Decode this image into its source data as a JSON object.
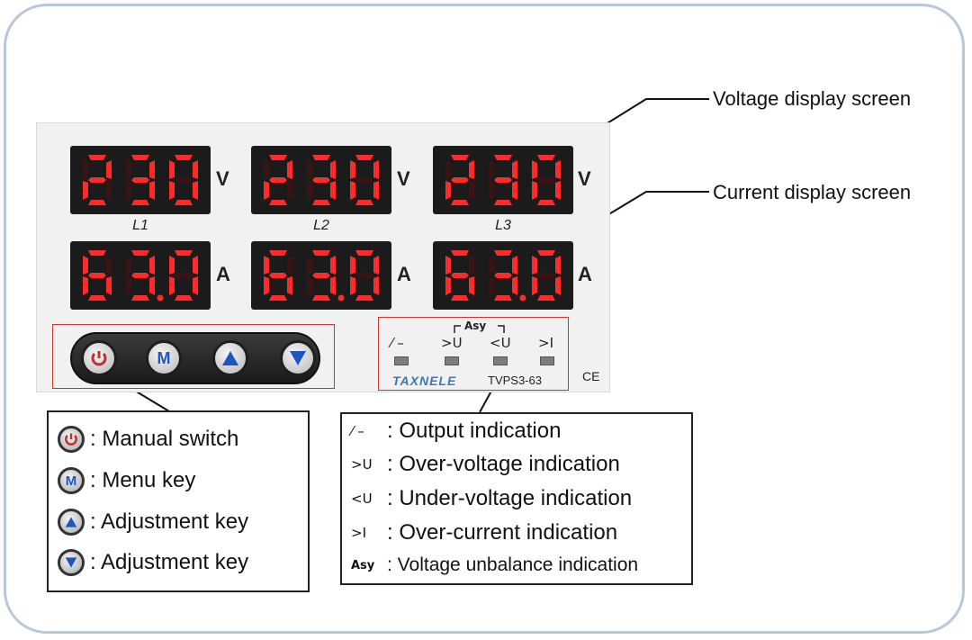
{
  "callouts": {
    "voltage": "Voltage display screen",
    "current": "Current display screen"
  },
  "displays": {
    "voltage": [
      {
        "value": "230",
        "unit": "V",
        "label": "L1"
      },
      {
        "value": "230",
        "unit": "V",
        "label": "L2"
      },
      {
        "value": "230",
        "unit": "V",
        "label": "L3"
      }
    ],
    "current": [
      {
        "value": "63.0",
        "unit": "A"
      },
      {
        "value": "63.0",
        "unit": "A"
      },
      {
        "value": "63.0",
        "unit": "A"
      }
    ]
  },
  "indicators": {
    "group_label": "Asy",
    "symbols": [
      "⁄ –",
      ">U",
      "<U",
      ">I"
    ],
    "brand": "TAXNELE",
    "model": "TVPS3-63",
    "mark": "CE"
  },
  "buttons": [
    {
      "name": "power",
      "icon": "power-icon"
    },
    {
      "name": "menu",
      "icon": "M"
    },
    {
      "name": "up",
      "icon": "triangle-up-icon"
    },
    {
      "name": "down",
      "icon": "triangle-down-icon"
    }
  ],
  "legend_left": [
    {
      "text": ": Manual switch"
    },
    {
      "text": ": Menu key"
    },
    {
      "text": ": Adjustment key"
    },
    {
      "text": ": Adjustment key"
    }
  ],
  "legend_right": [
    {
      "sym": "⁄ –",
      "text": ": Output indication"
    },
    {
      "sym": ">U",
      "text": ": Over-voltage indication"
    },
    {
      "sym": "<U",
      "text": ": Under-voltage indication"
    },
    {
      "sym": ">I",
      "text": ": Over-current indication"
    },
    {
      "sym": "Asy",
      "text": ":  Voltage unbalance indication"
    }
  ],
  "colors": {
    "led_red": "#ff2a2a",
    "brand_blue": "#3a78b8",
    "power_red": "#c03030",
    "key_blue": "#1f55c0"
  }
}
